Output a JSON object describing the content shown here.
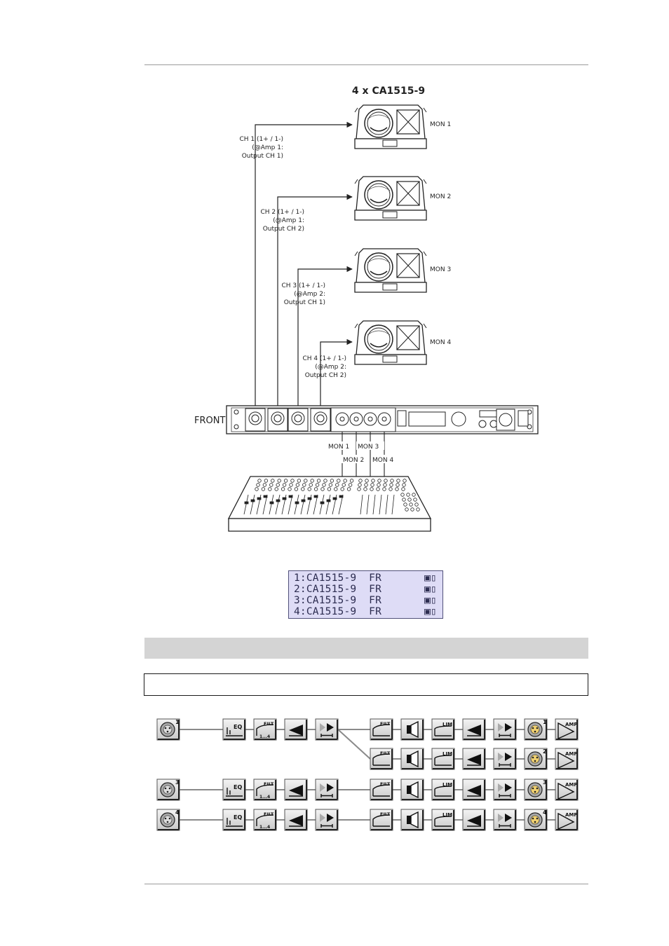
{
  "diagram": {
    "title": "4 x CA1515-9",
    "front_label": "FRONT",
    "monitors": [
      {
        "name": "MON 1",
        "channel": [
          "CH 1 (1+ / 1-)",
          "(@Amp 1:",
          "Output CH 1)"
        ]
      },
      {
        "name": "MON 2",
        "channel": [
          "CH 2 (1+ / 1-)",
          "(@Amp 1:",
          "Output CH 2)"
        ]
      },
      {
        "name": "MON 3",
        "channel": [
          "CH 3 (1+ / 1-)",
          "(@Amp 2:",
          "Output CH 1)"
        ]
      },
      {
        "name": "MON 4",
        "channel": [
          "CH 4 (1+ / 1-)",
          "(@Amp 2:",
          "Output CH 2)"
        ]
      }
    ],
    "mixer_labels": [
      "MON 1",
      "MON 2",
      "MON 3",
      "MON 4"
    ]
  },
  "lcd": {
    "rows": [
      {
        "text": "1:CA1515-9  FR",
        "icon": "speaker-pair-icon"
      },
      {
        "text": "2:CA1515-9  FR",
        "icon": "speaker-pair-icon"
      },
      {
        "text": "3:CA1515-9  FR",
        "icon": "speaker-pair-icon"
      },
      {
        "text": "4:CA1515-9  FR",
        "icon": "speaker-pair-icon"
      }
    ]
  },
  "signal_flow": {
    "input_numbers": [
      "1",
      "3",
      "4"
    ],
    "output_numbers": [
      "1",
      "2",
      "3",
      "4"
    ],
    "input_chain": [
      "EQ",
      "FILT",
      "gain",
      "delay"
    ],
    "output_chain": [
      "FILT",
      "speaker",
      "LIM",
      "gain",
      "delay",
      "output",
      "AMP"
    ],
    "icon_text": {
      "eq": "EQ",
      "filt": "FILT",
      "lim": "LIM",
      "amp": "AMP",
      "range": "1...4"
    }
  }
}
